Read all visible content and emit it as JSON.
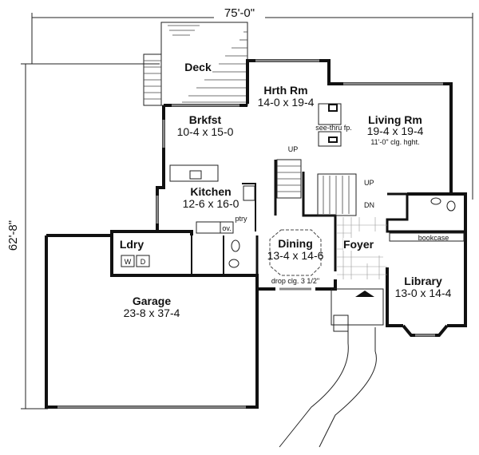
{
  "dimensions": {
    "width": "75'-0\"",
    "depth": "62'-8\""
  },
  "rooms": [
    {
      "name": "Deck"
    },
    {
      "name": "Hrth Rm",
      "size": "14-0 x 19-4"
    },
    {
      "name": "Brkfst",
      "size": "10-4 x 15-0"
    },
    {
      "name": "Living Rm",
      "size": "19-4 x 19-4",
      "note": "11'-0\" clg. hght."
    },
    {
      "name": "Kitchen",
      "size": "12-6 x 16-0"
    },
    {
      "name": "Ldry"
    },
    {
      "name": "Dining",
      "size": "13-4 x 14-6",
      "note": "drop clg. 3 1/2\""
    },
    {
      "name": "Foyer"
    },
    {
      "name": "Library",
      "size": "13-0 x 14-4"
    },
    {
      "name": "Garage",
      "size": "23-8 x 37-4"
    }
  ],
  "labels": {
    "fireplace": "see-thru fp.",
    "stair_up_1": "UP",
    "stair_up_2": "UP",
    "stair_dn": "DN",
    "pantry": "ptry",
    "oven": "ov.",
    "washer": "W",
    "dryer": "D",
    "bookcase": "bookcase"
  }
}
